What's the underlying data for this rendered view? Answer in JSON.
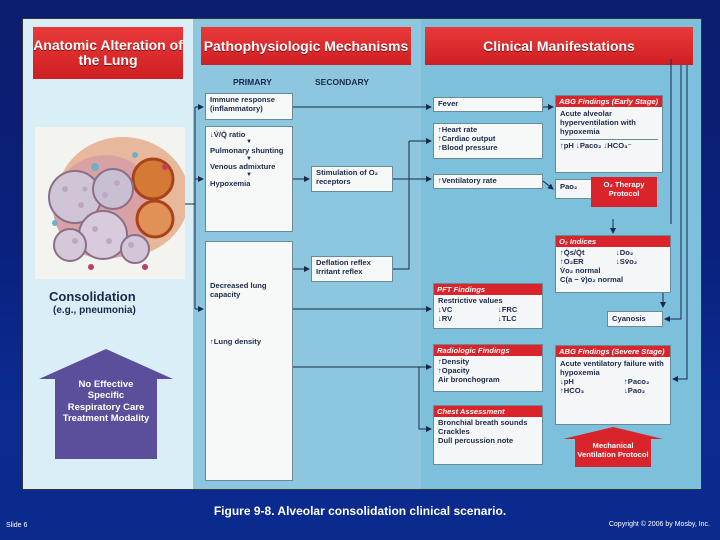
{
  "headers": {
    "anatomic": "Anatomic Alteration of the Lung",
    "patho": "Pathophysiologic Mechanisms",
    "clinical": "Clinical Manifestations"
  },
  "columns": {
    "primary": "PRIMARY",
    "secondary": "SECONDARY"
  },
  "lung": {
    "title": "Consolidation",
    "subtitle": "(e.g., pneumonia)"
  },
  "treatment": "No Effective Specific Respiratory Care Treatment Modality",
  "primary": {
    "immune": "Immune response (inflammatory)",
    "vq1": "↓V̇/Q̇ ratio",
    "vq2": "Pulmonary shunting",
    "vq3": "Venous admixture",
    "vq4": "Hypoxemia",
    "lung_capacity": "Decreased lung capacity",
    "lung_density": "↑Lung density"
  },
  "secondary": {
    "stimulation": "Stimulation of O₂ receptors",
    "deflation": "Deflation reflex Irritant reflex"
  },
  "clinical": {
    "fever": "Fever",
    "heart1": "↑Heart rate",
    "heart2": "↑Cardiac output",
    "heart3": "↑Blood pressure",
    "vent_rate": "↑Ventilatory rate",
    "cyanosis": "Cyanosis"
  },
  "abg_early": {
    "title": "ABG Findings (Early Stage)",
    "line1": "Acute alveolar hyperventilation with hypoxemia",
    "ph": "↑pH ↓Paco₂ ↓HCO₃⁻",
    "pao2": "Pao₂",
    "therapy": "O₂ Therapy Protocol"
  },
  "o2_indices": {
    "title": "O₂ Indices",
    "r1a": "↑Q̇s/Q̇t",
    "r1b": "↓Do₂",
    "r2a": "↑O₂ER",
    "r2b": "↓Sv̄o₂",
    "r3": "V̇o₂ normal",
    "r4": "C(a − v̄)o₂ normal"
  },
  "pft": {
    "title": "PFT Findings",
    "line1": "Restrictive values",
    "r1a": "↓VC",
    "r1b": "↓FRC",
    "r2a": "↓RV",
    "r2b": "↓TLC"
  },
  "radio": {
    "title": "Radiologic Findings",
    "l1": "↑Density",
    "l2": "↑Opacity",
    "l3": "Air bronchogram"
  },
  "chest": {
    "title": "Chest Assessment",
    "l1": "Bronchial breath sounds",
    "l2": "Crackles",
    "l3": "Dull percussion note"
  },
  "abg_severe": {
    "title": "ABG Findings (Severe Stage)",
    "line1": "Acute ventilatory failure with hypoxemia",
    "r1a": "↓pH",
    "r1b": "↑Paco₂",
    "r2a": "↑HCO₃",
    "r2b": "↓Pao₂",
    "mech": "Mechanical Ventilation Protocol"
  },
  "caption": "Figure 9-8. Alveolar consolidation clinical scenario.",
  "slide": "Slide 6",
  "copyright": "Copyright © 2006 by Mosby, Inc."
}
